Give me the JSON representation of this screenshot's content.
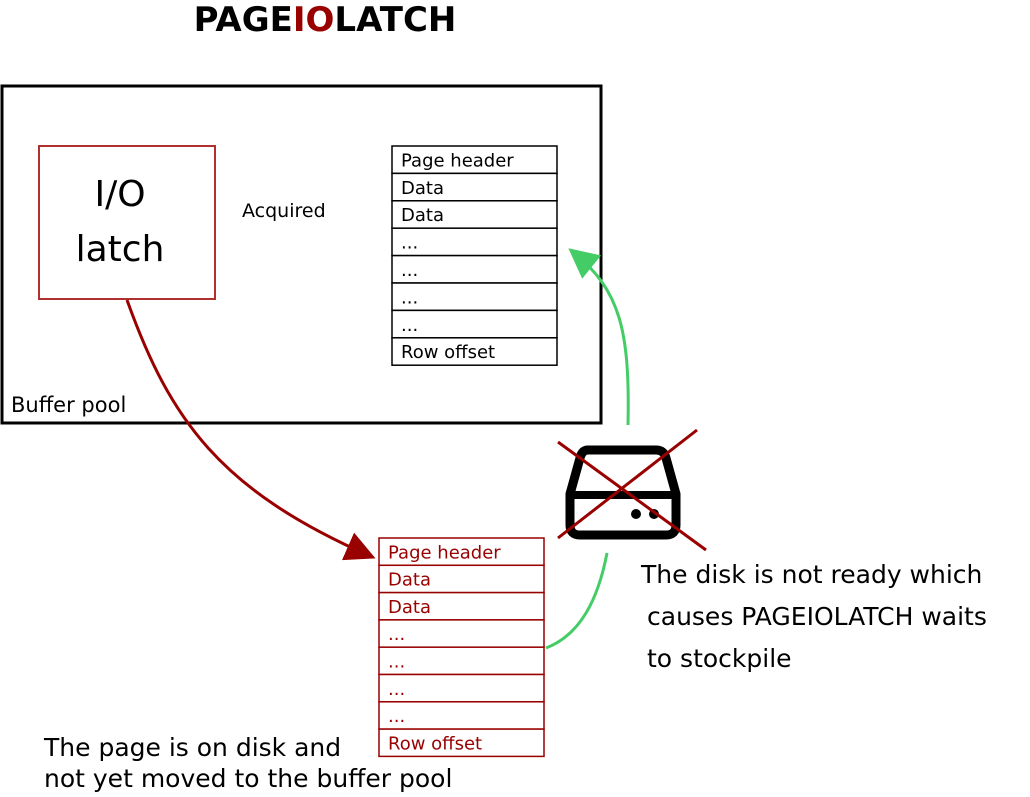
{
  "title": {
    "part1": "PAGE",
    "part2": "IO",
    "part3": "LATCH"
  },
  "buffer_pool": {
    "label": "Buffer pool"
  },
  "latch_box": {
    "line1": "I/O",
    "line2": "latch"
  },
  "acquired_label": "Acquired",
  "memory_page": {
    "rows": [
      "Page header",
      "Data",
      "Data",
      "...",
      "...",
      "...",
      "...",
      "Row offset"
    ]
  },
  "disk_page": {
    "rows": [
      "Page header",
      "Data",
      "Data",
      "...",
      "...",
      "...",
      "...",
      "Row offset"
    ]
  },
  "disk_note": {
    "line1": "The disk is not ready which",
    "line2": "causes PAGEIOLATCH waits",
    "line3": "to stockpile"
  },
  "page_note": {
    "line1": "The page is on disk and",
    "line2": "not yet moved to the buffer pool"
  },
  "colors": {
    "accent": "#990000",
    "latch_border": "#b03030",
    "green": "#44cc66",
    "black": "#000000"
  }
}
